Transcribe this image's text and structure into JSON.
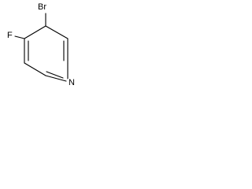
{
  "molecule": {
    "atoms": {
      "bromine": "Br",
      "fluorine": "F",
      "nitrogen": "N"
    },
    "bond_color": "#000000"
  }
}
